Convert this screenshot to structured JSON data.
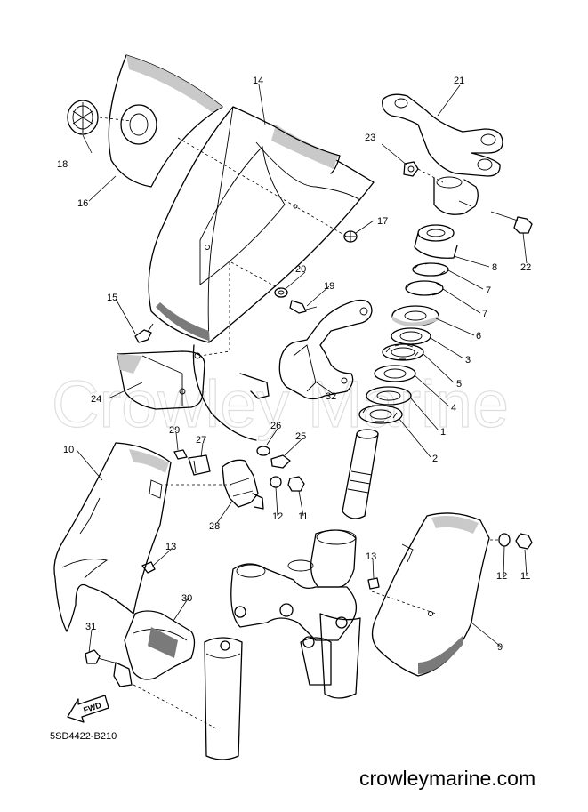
{
  "diagram": {
    "code": "5SD4422-B210",
    "watermark": "Crowley Marine",
    "site": "crowleymarine.com",
    "fwd": "FWD",
    "labels": [
      "1",
      "2",
      "3",
      "4",
      "5",
      "6",
      "7",
      "7",
      "8",
      "9",
      "10",
      "11",
      "11",
      "12",
      "12",
      "13",
      "13",
      "14",
      "15",
      "16",
      "17",
      "18",
      "19",
      "20",
      "21",
      "22",
      "23",
      "24",
      "25",
      "26",
      "27",
      "28",
      "29",
      "30",
      "31",
      "32"
    ]
  }
}
